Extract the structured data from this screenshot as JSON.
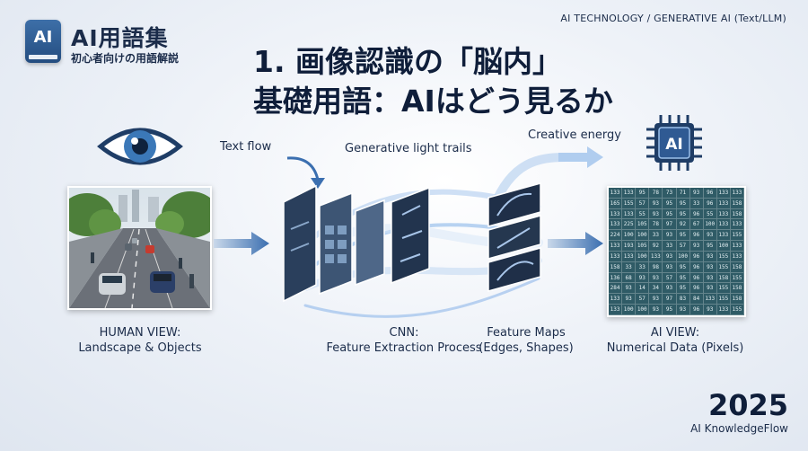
{
  "header": {
    "logo_text": "AI",
    "brand_title": "AI用語集",
    "brand_subtitle": "初心者向けの用語解説",
    "category": "AI TECHNOLOGY / GENERATIVE AI (Text/LLM)"
  },
  "title": {
    "line1": "1. 画像認識の「脳内」",
    "line2": "基礎用語：AIはどう見るか"
  },
  "labels": {
    "text_flow": "Text flow",
    "light_trails": "Generative light trails",
    "creative_energy": "Creative energy",
    "chip_text": "AI"
  },
  "captions": {
    "human_line1": "HUMAN VIEW:",
    "human_line2": "Landscape & Objects",
    "cnn_line1": "CNN:",
    "cnn_line2": "Feature Extraction Process",
    "maps_line1": "Feature Maps",
    "maps_line2": "(Edges, Shapes)",
    "ai_line1": "AI VIEW:",
    "ai_line2": "Numerical Data (Pixels)"
  },
  "pixel_grid": [
    [
      "133",
      "133",
      "95",
      "78",
      "73",
      "71",
      "93",
      "96",
      "133",
      "133"
    ],
    [
      "165",
      "155",
      "57",
      "93",
      "95",
      "95",
      "33",
      "96",
      "133",
      "158"
    ],
    [
      "133",
      "133",
      "55",
      "93",
      "95",
      "95",
      "96",
      "55",
      "133",
      "158"
    ],
    [
      "133",
      "225",
      "105",
      "78",
      "97",
      "92",
      "67",
      "100",
      "133",
      "133"
    ],
    [
      "224",
      "100",
      "100",
      "33",
      "93",
      "95",
      "96",
      "93",
      "133",
      "155"
    ],
    [
      "133",
      "193",
      "105",
      "92",
      "33",
      "57",
      "93",
      "95",
      "100",
      "133"
    ],
    [
      "133",
      "133",
      "100",
      "133",
      "93",
      "100",
      "96",
      "93",
      "155",
      "133"
    ],
    [
      "158",
      "33",
      "33",
      "98",
      "93",
      "95",
      "96",
      "93",
      "155",
      "158"
    ],
    [
      "136",
      "68",
      "93",
      "93",
      "57",
      "95",
      "96",
      "93",
      "158",
      "155"
    ],
    [
      "284",
      "93",
      "14",
      "34",
      "93",
      "95",
      "96",
      "93",
      "155",
      "158"
    ],
    [
      "133",
      "93",
      "57",
      "93",
      "97",
      "83",
      "84",
      "133",
      "155",
      "158"
    ],
    [
      "133",
      "100",
      "100",
      "93",
      "95",
      "93",
      "96",
      "93",
      "133",
      "155"
    ]
  ],
  "footer": {
    "year": "2025",
    "brand": "AI KnowledgeFlow"
  },
  "colors": {
    "navy": "#1b2c4a",
    "accent_blue": "#3b6fb0",
    "grid_bg": "#2f5b66"
  }
}
